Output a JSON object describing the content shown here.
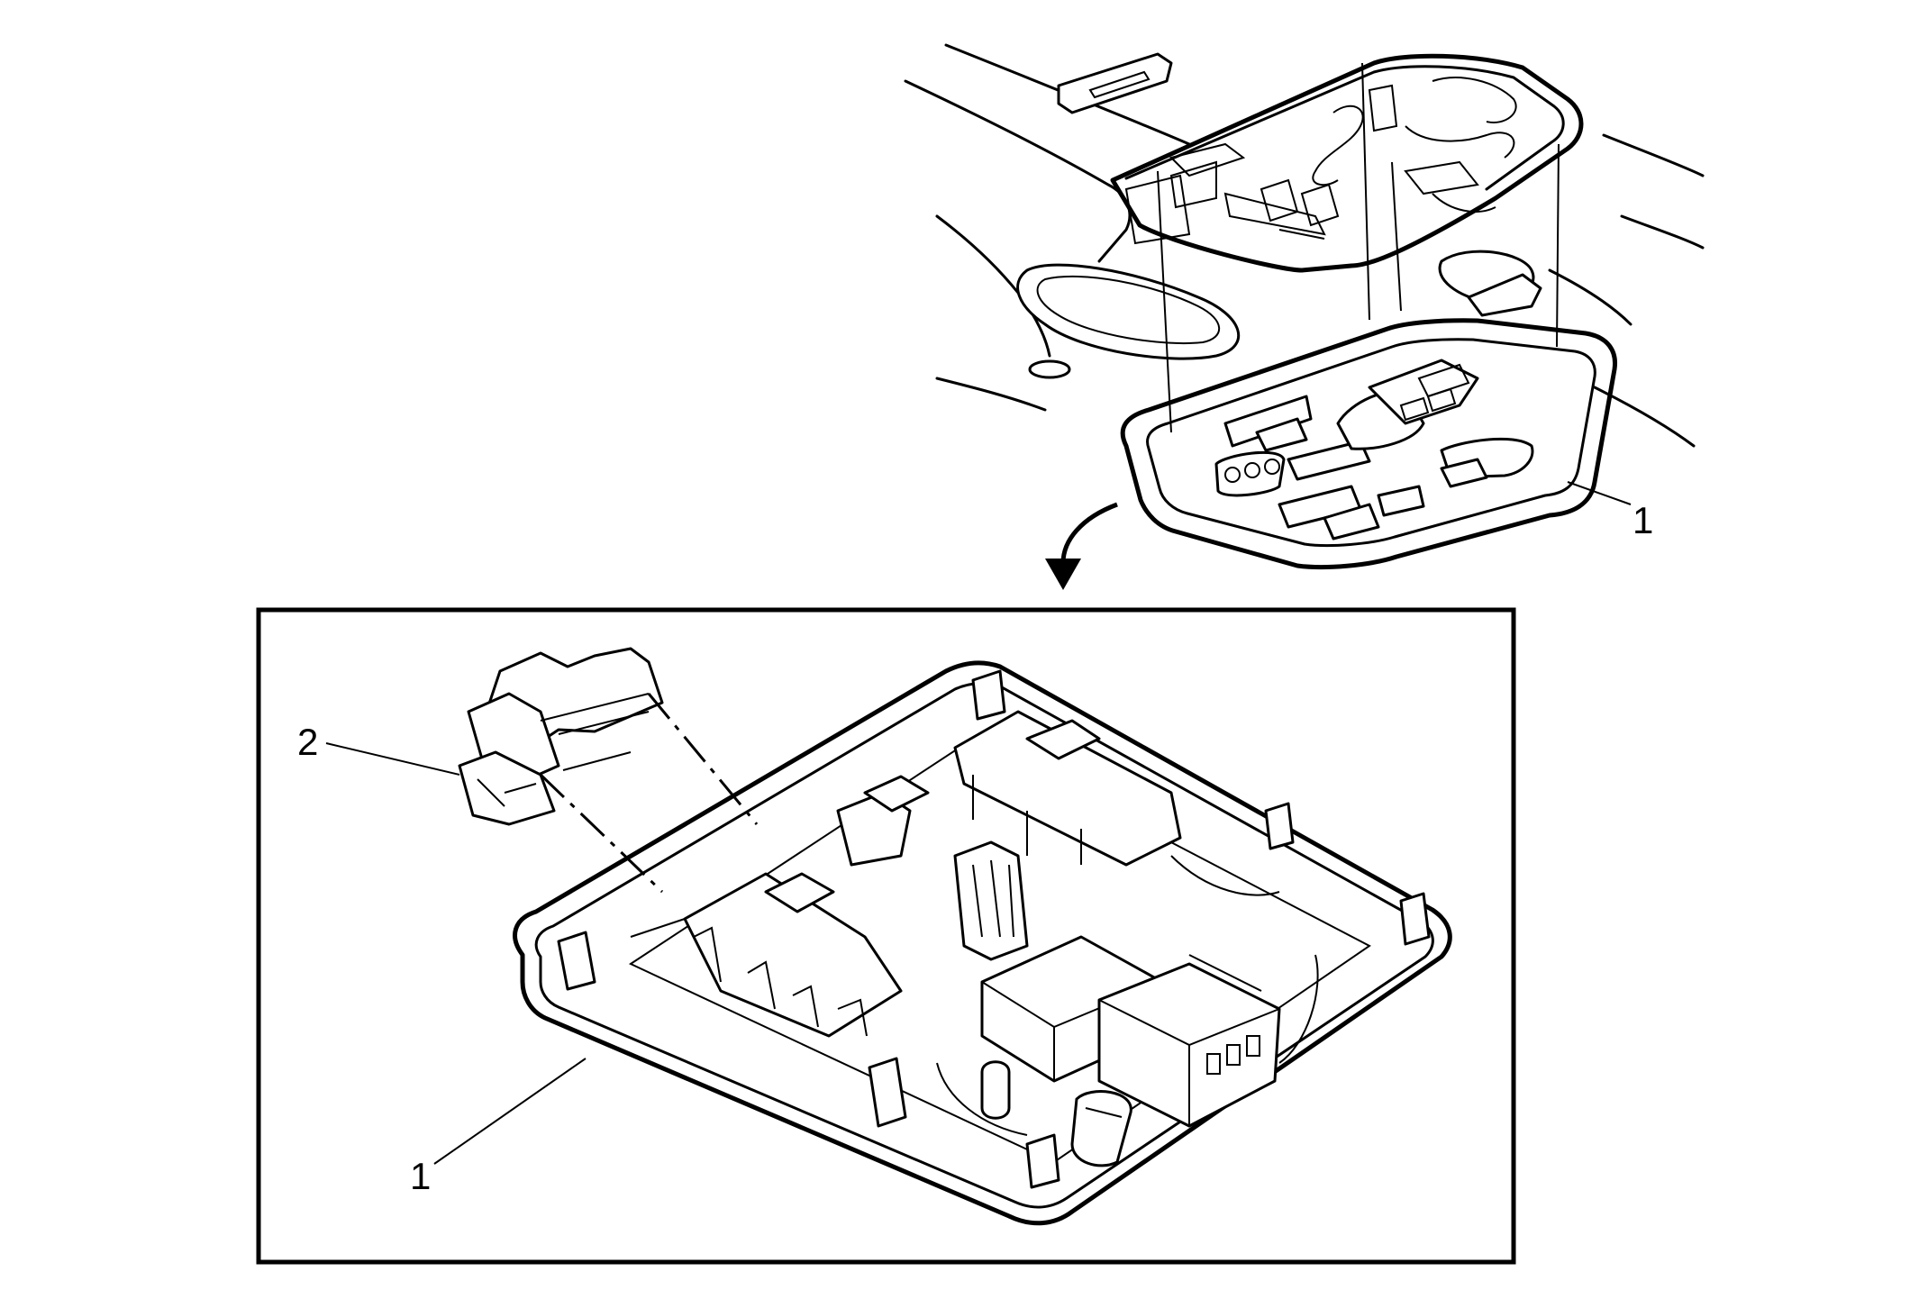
{
  "callouts": {
    "top_console": "1",
    "detail_module": "2",
    "detail_console": "1"
  }
}
